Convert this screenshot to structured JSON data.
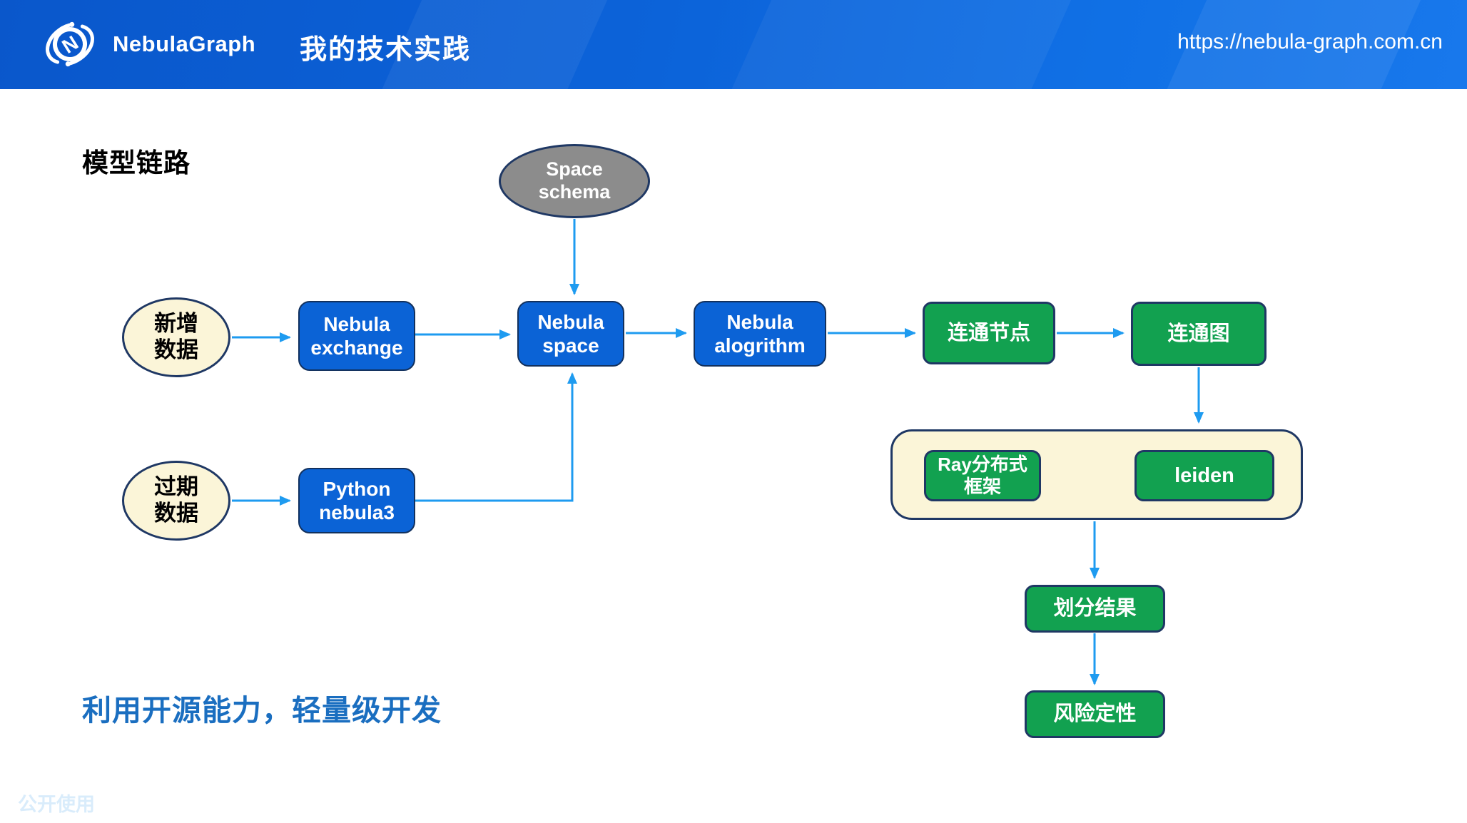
{
  "header": {
    "logo_icon": "nebulagraph-orbit-icon",
    "logo_text": "NebulaGraph",
    "title": "我的技术实践",
    "url": "https://nebula-graph.com.cn"
  },
  "slide": {
    "section_title": "模型链路",
    "footnote": "利用开源能力，轻量级开发",
    "watermark": "公开使用"
  },
  "diagram": {
    "nodes": {
      "space_schema": {
        "label": "Space\nschema"
      },
      "new_data": {
        "label": "新增\n数据"
      },
      "expired_data": {
        "label": "过期\n数据"
      },
      "nebula_exchange": {
        "label": "Nebula\nexchange"
      },
      "nebula_space": {
        "label": "Nebula\nspace"
      },
      "nebula_algorithm": {
        "label": "Nebula\nalogrithm"
      },
      "python_nebula3": {
        "label": "Python\nnebula3"
      },
      "connected_nodes": {
        "label": "连通节点"
      },
      "connected_graph": {
        "label": "连通图"
      },
      "ray_framework": {
        "label": "Ray分布式\n框架"
      },
      "leiden": {
        "label": "leiden"
      },
      "partition_result": {
        "label": "划分结果"
      },
      "risk_qualitative": {
        "label": "风险定性"
      }
    },
    "colors": {
      "header_blue_start": "#0a57cb",
      "header_blue_end": "#1878ec",
      "blue_node": "#0b63d6",
      "green_node": "#12a150",
      "cream_node": "#fbf5d8",
      "gray_node": "#8c8c8c",
      "node_border_navy": "#1f3864",
      "arrow_blue": "#1e9bf0",
      "footnote_blue": "#1a6ec0",
      "watermark_blue": "#d9ecfb"
    }
  }
}
